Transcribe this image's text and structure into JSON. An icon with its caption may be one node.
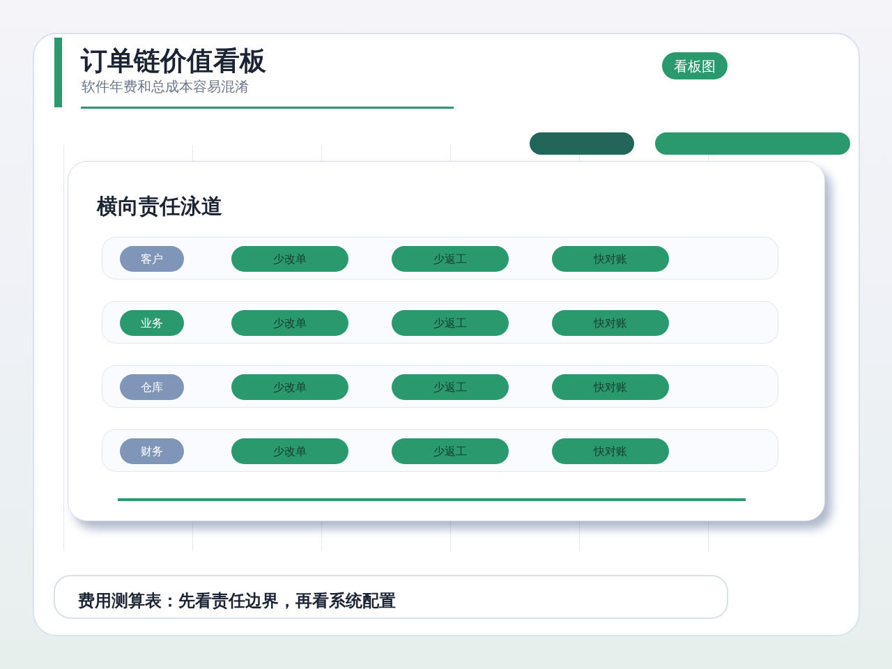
{
  "diagram": {
    "title": "订单链价值看板",
    "nodes": [
      {
        "text": [
          "看板图"
        ]
      },
      {
        "text": [],
        "shape": "bar"
      },
      {
        "text": [],
        "shape": "bar"
      },
      {
        "text": [
          "横向责任泳道"
        ]
      },
      {
        "text": [],
        "shape": "band",
        "in": 3
      },
      {
        "text": [
          "客户"
        ],
        "in": 4
      },
      {
        "text": [
          "少改单"
        ],
        "in": 4
      },
      {
        "text": [
          "少返工"
        ],
        "in": 4
      },
      {
        "text": [
          "快对账"
        ],
        "in": 4
      },
      {
        "text": [],
        "shape": "band",
        "in": 3
      },
      {
        "text": [
          "业务"
        ],
        "in": 9
      },
      {
        "text": [
          "少改单"
        ],
        "in": 9
      },
      {
        "text": [
          "少返工"
        ],
        "in": 9
      },
      {
        "text": [
          "快对账"
        ],
        "in": 9
      },
      {
        "text": [],
        "shape": "band",
        "in": 3
      },
      {
        "text": [
          "仓库"
        ],
        "in": 14
      },
      {
        "text": [
          "少改单"
        ],
        "in": 14
      },
      {
        "text": [
          "少返工"
        ],
        "in": 14
      },
      {
        "text": [
          "快对账"
        ],
        "in": 14
      },
      {
        "text": [],
        "shape": "band",
        "in": 3
      },
      {
        "text": [
          "财务"
        ],
        "in": 19
      },
      {
        "text": [
          "少改单"
        ],
        "in": 19
      },
      {
        "text": [
          "少返工"
        ],
        "in": 19
      },
      {
        "text": [
          "快对账"
        ],
        "in": 19
      },
      {
        "text": [
          "费用测算表：先看责任边界，再看系统配置"
        ]
      }
    ],
    "labels": [
      "软件年费和总成本容易混淆"
    ]
  }
}
